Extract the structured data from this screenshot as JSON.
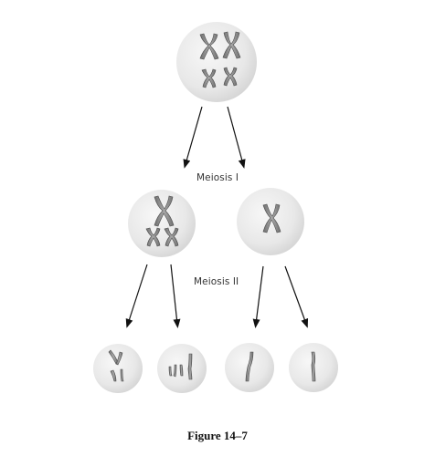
{
  "figure": {
    "caption": "Figure 14–7",
    "stages": [
      {
        "label": "Meiosis I"
      },
      {
        "label": "Meiosis II"
      }
    ]
  },
  "style": {
    "cell_fill": "#e9e9e9",
    "chromosome_fill": "#9a9a9a",
    "chromosome_dark": "#555555",
    "arrow_color": "#111111"
  }
}
